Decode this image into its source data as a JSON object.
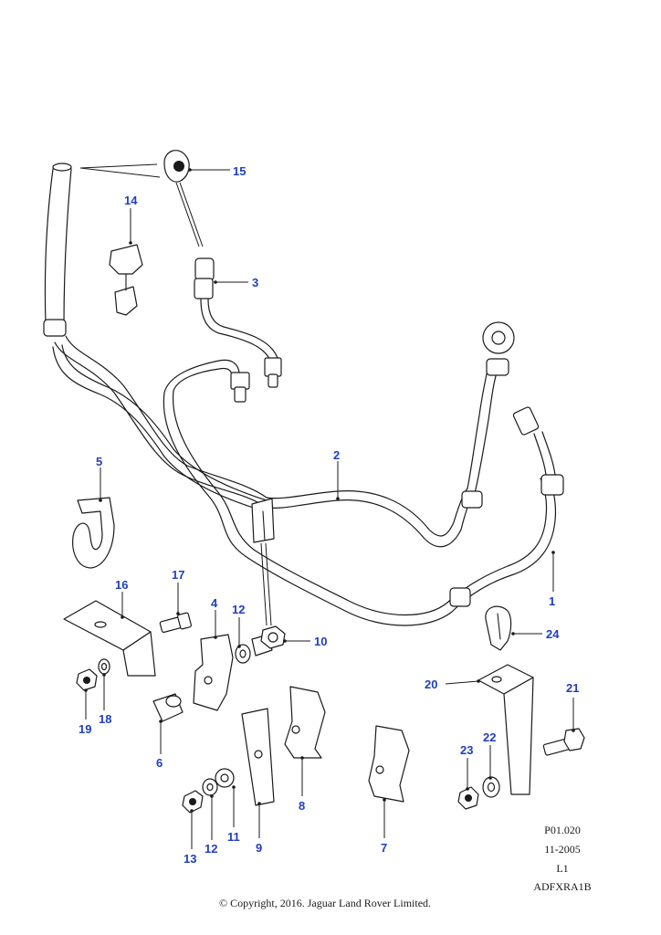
{
  "diagram": {
    "callouts": [
      {
        "id": "1",
        "label": "1"
      },
      {
        "id": "2",
        "label": "2"
      },
      {
        "id": "3",
        "label": "3"
      },
      {
        "id": "4",
        "label": "4"
      },
      {
        "id": "5",
        "label": "5"
      },
      {
        "id": "6",
        "label": "6"
      },
      {
        "id": "7",
        "label": "7"
      },
      {
        "id": "8",
        "label": "8"
      },
      {
        "id": "9",
        "label": "9"
      },
      {
        "id": "10",
        "label": "10"
      },
      {
        "id": "11",
        "label": "11"
      },
      {
        "id": "12a",
        "label": "12"
      },
      {
        "id": "12b",
        "label": "12"
      },
      {
        "id": "13",
        "label": "13"
      },
      {
        "id": "14",
        "label": "14"
      },
      {
        "id": "15",
        "label": "15"
      },
      {
        "id": "16",
        "label": "16"
      },
      {
        "id": "17",
        "label": "17"
      },
      {
        "id": "18",
        "label": "18"
      },
      {
        "id": "19",
        "label": "19"
      },
      {
        "id": "20",
        "label": "20"
      },
      {
        "id": "21",
        "label": "21"
      },
      {
        "id": "22",
        "label": "22"
      },
      {
        "id": "23",
        "label": "23"
      },
      {
        "id": "24",
        "label": "24"
      }
    ],
    "reference": {
      "code": "P01.020",
      "date": "11-2005",
      "level": "L1",
      "image_id": "ADFXRA1B"
    },
    "copyright": "© Copyright, 2016. Jaguar Land Rover Limited."
  }
}
